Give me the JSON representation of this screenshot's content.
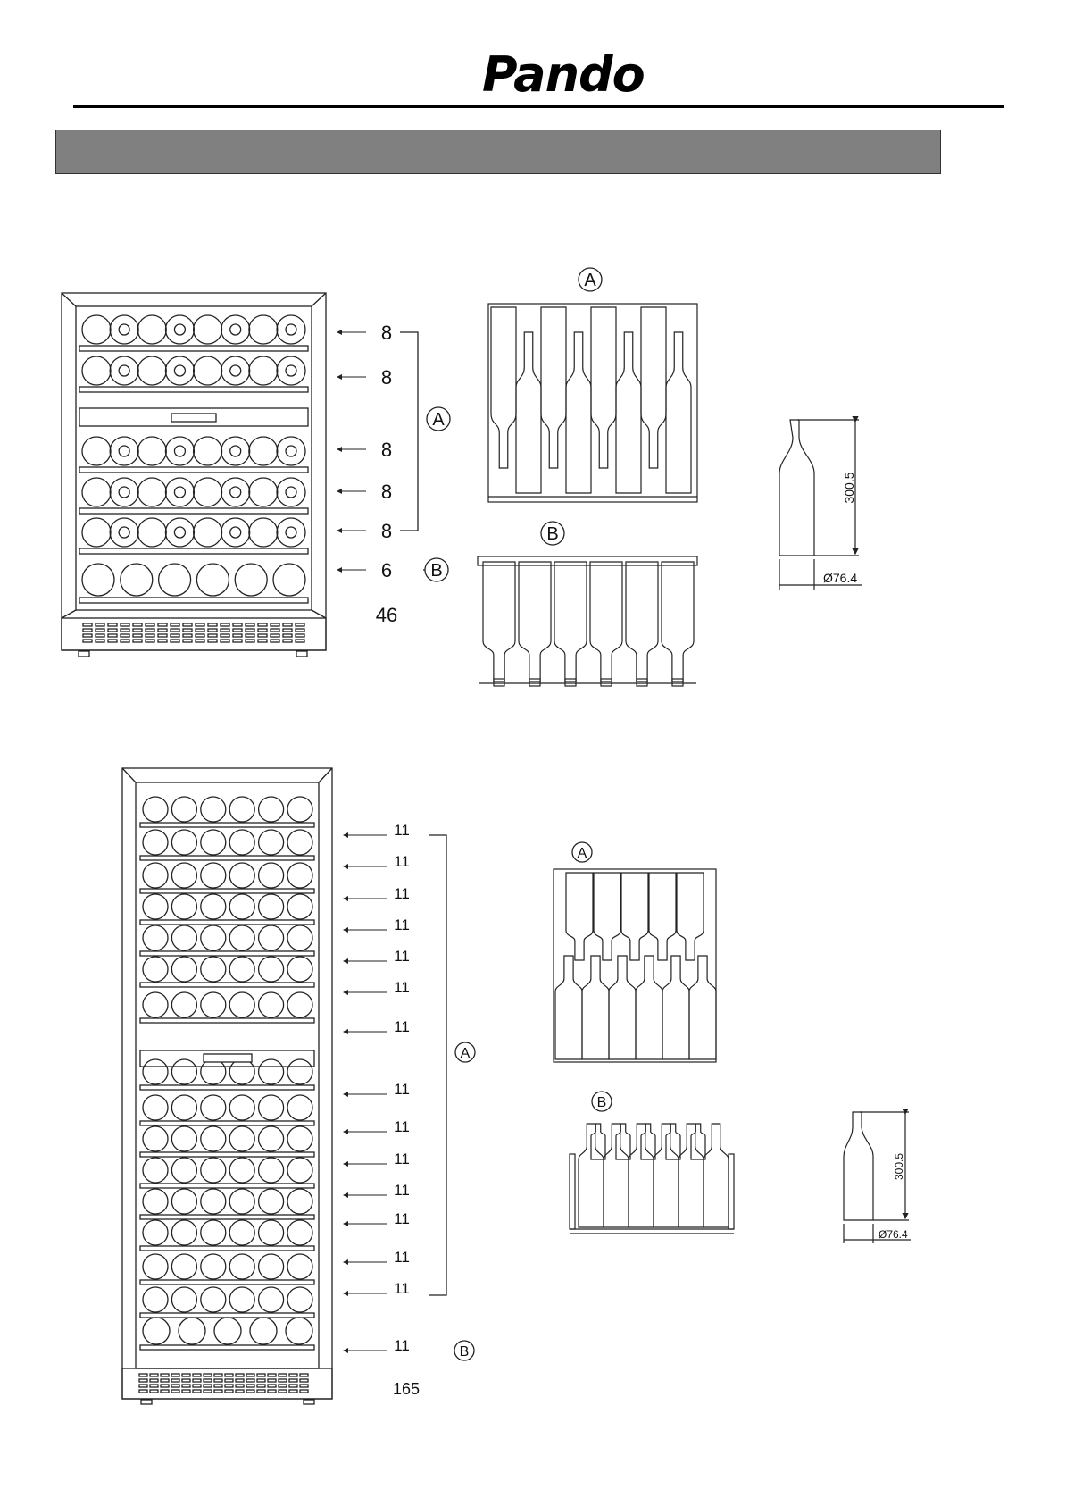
{
  "header": {
    "brand": "Pando",
    "section_bar_text": ""
  },
  "cabinet_46": {
    "shelf_counts": [
      "8",
      "8",
      "8",
      "8",
      "8",
      "6"
    ],
    "group_a_label": "A",
    "group_b_label": "B",
    "total": "46"
  },
  "rack_46": {
    "a_label": "A",
    "b_label": "B"
  },
  "bottle_46": {
    "height": "300.5",
    "diameter": "Ø76.4"
  },
  "cabinet_165": {
    "shelf_counts": [
      "11",
      "11",
      "11",
      "11",
      "11",
      "11",
      "11",
      "11",
      "11",
      "11",
      "11",
      "11",
      "11",
      "11",
      "11"
    ],
    "group_a_label": "A",
    "group_b_label": "B",
    "total": "165"
  },
  "rack_165": {
    "a_label": "A",
    "b_label": "B"
  },
  "bottle_165": {
    "height": "300.5",
    "diameter": "Ø76.4"
  }
}
